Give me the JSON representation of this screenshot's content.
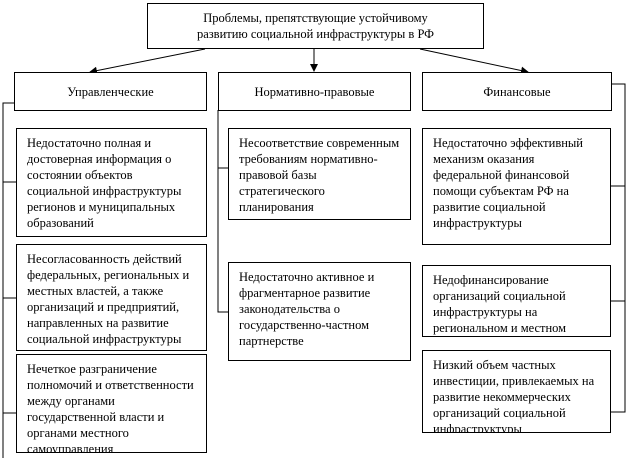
{
  "title": {
    "line1": "Проблемы, препятствующие устойчивому",
    "line2": "развитию социальной инфраструктуры в РФ"
  },
  "categories": [
    {
      "label": "Управленческие",
      "items": [
        "Недостаточно полная и достоверная информация о состоянии объектов социальной инфраструктуры регионов и муниципальных образований",
        "Несогласованность действий федеральных, региональных и местных  властей, а также организаций и предприятий, направленных на развитие социальной инфраструктуры",
        "Нечеткое разграничение полномочий и ответственности между органами государственной власти и органами местного самоуправления"
      ]
    },
    {
      "label": "Нормативно-правовые",
      "items": [
        "Несоответствие современным требованиям нормативно-правовой базы стратегического планирования",
        "Недостаточно активное и фрагментарное развитие законодательства о государственно-частном партнерстве"
      ]
    },
    {
      "label": "Финансовые",
      "items": [
        "Недостаточно эффективный механизм оказания федеральной финансовой помощи субъектам РФ на развитие социальной инфраструктуры",
        "Недофинансирование организаций социальной инфраструктуры на региональном и местном",
        "Низкий объем частных инвестиции, привлекаемых на развитие некоммерческих организаций социальной инфраструктуры"
      ]
    }
  ]
}
